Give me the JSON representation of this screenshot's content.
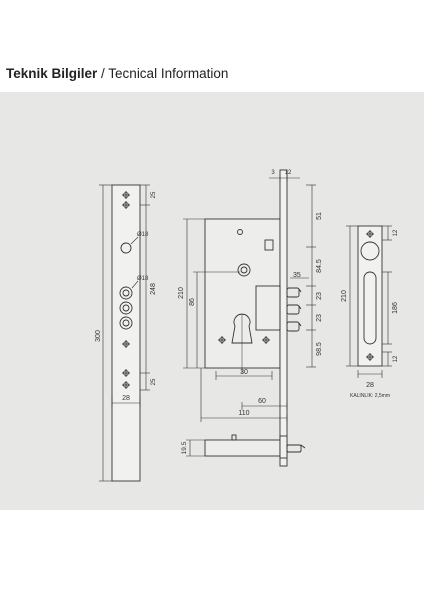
{
  "header": {
    "title_tr": "Teknik Bilgiler",
    "separator": " / ",
    "title_en": "Tecnical Information"
  },
  "colors": {
    "sheet": "#e7e7e5",
    "ink": "#333333"
  },
  "dims": {
    "front_plate": {
      "height_total": "300",
      "top_gap": "25",
      "hole_span": "248",
      "bottom_gap": "25",
      "width": "28",
      "hole_d1": "Ø18",
      "hole_d2": "Ø18"
    },
    "lock_body": {
      "top_3": "3",
      "top_12": "12",
      "d_51": "51",
      "d_84_5": "84.5",
      "d_35": "35",
      "d_23a": "23",
      "d_23b": "23",
      "d_98_5": "98.5",
      "height_210": "210",
      "d_86": "86",
      "d_30": "30",
      "d_60": "60",
      "width_110": "110"
    },
    "strike_plate": {
      "top_12": "12",
      "height_210": "210",
      "slot_186": "186",
      "bottom_12": "12",
      "width_28": "28",
      "thickness_label": "KALINLIK: 2,5mm"
    },
    "section": {
      "d_19_5": "19.5"
    }
  }
}
